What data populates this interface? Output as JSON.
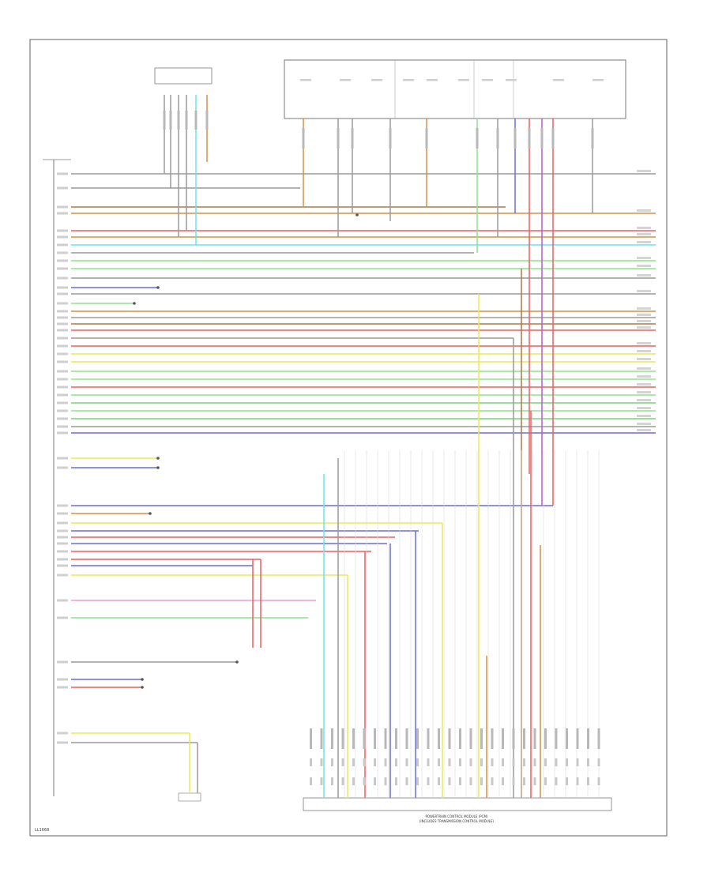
{
  "image_code": "LL1668",
  "connector": {
    "title_line1": "POWERTRAIN CONTROL MODULE (PCM)",
    "title_line2": "(INCLUDES TRANSMISSION CONTROL MODULE)"
  },
  "colors": {
    "frame": "#7a7a7a",
    "wire_default": "#9a9a9a",
    "red": "#f25c5c",
    "green": "#8fe28f",
    "blue": "#6a6ae8",
    "yellow": "#eaea55",
    "cyan": "#66e6ee",
    "orange": "#d99040",
    "violet": "#b25cd9",
    "brown": "#b07848",
    "pink": "#f49bd0",
    "lgreen": "#7ad47a"
  }
}
